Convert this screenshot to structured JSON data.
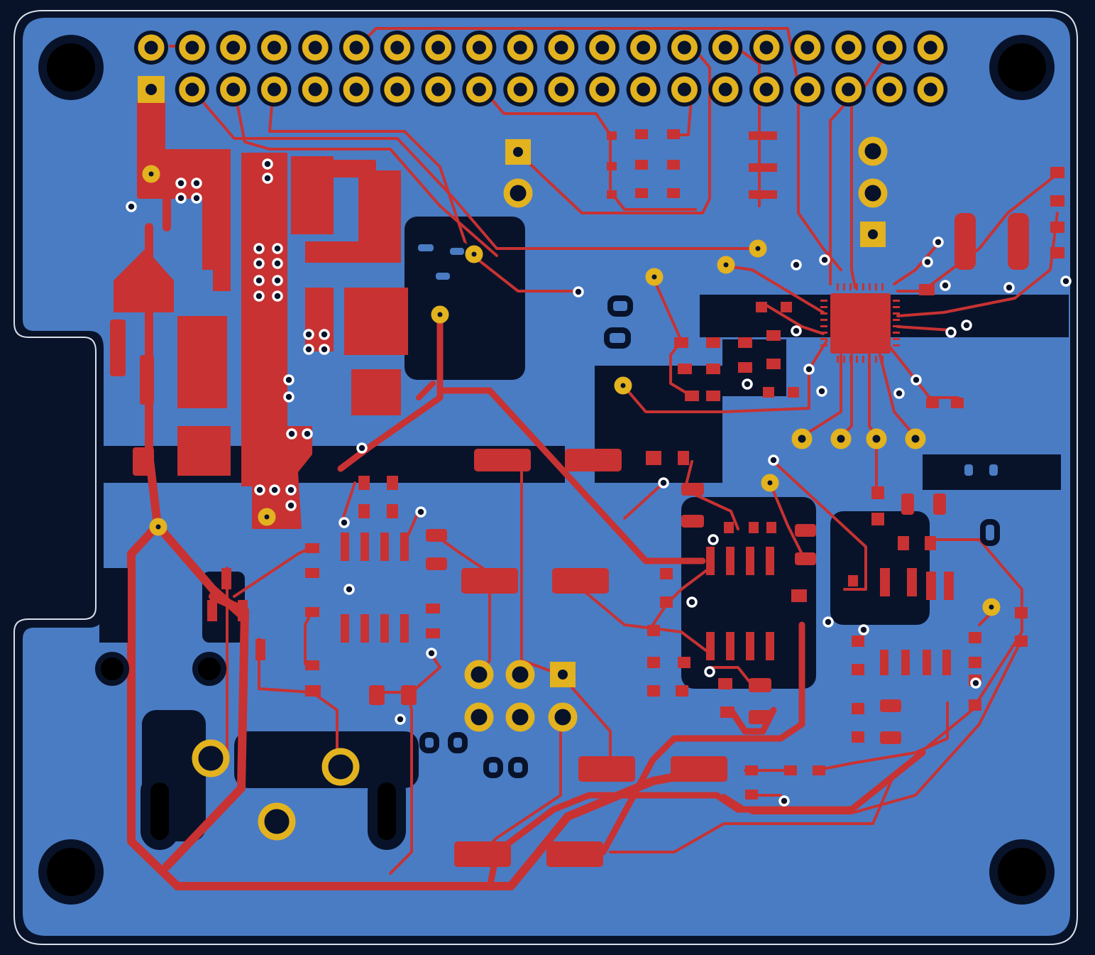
{
  "board": {
    "colors": {
      "background": "#08132a",
      "copper_pour": "#4a7cc4",
      "trace": "#c83232",
      "pad_ring": "#e3b21f",
      "via_ring": "#ffffff",
      "outline": "#d8dde8"
    },
    "header": {
      "name": "gpio-header-40-pin",
      "columns": 20,
      "rows": 2,
      "pin1_shape": "square"
    },
    "mounting_holes": 4,
    "chip": {
      "name": "qfn-ic",
      "package": "QFN"
    },
    "connectors": [
      {
        "name": "jumper-2-pin",
        "pins": 2
      },
      {
        "name": "jumper-3-pin",
        "pins": 3
      },
      {
        "name": "header-2x3",
        "pins": 6
      },
      {
        "name": "audio-jack",
        "pins": 3
      }
    ]
  }
}
